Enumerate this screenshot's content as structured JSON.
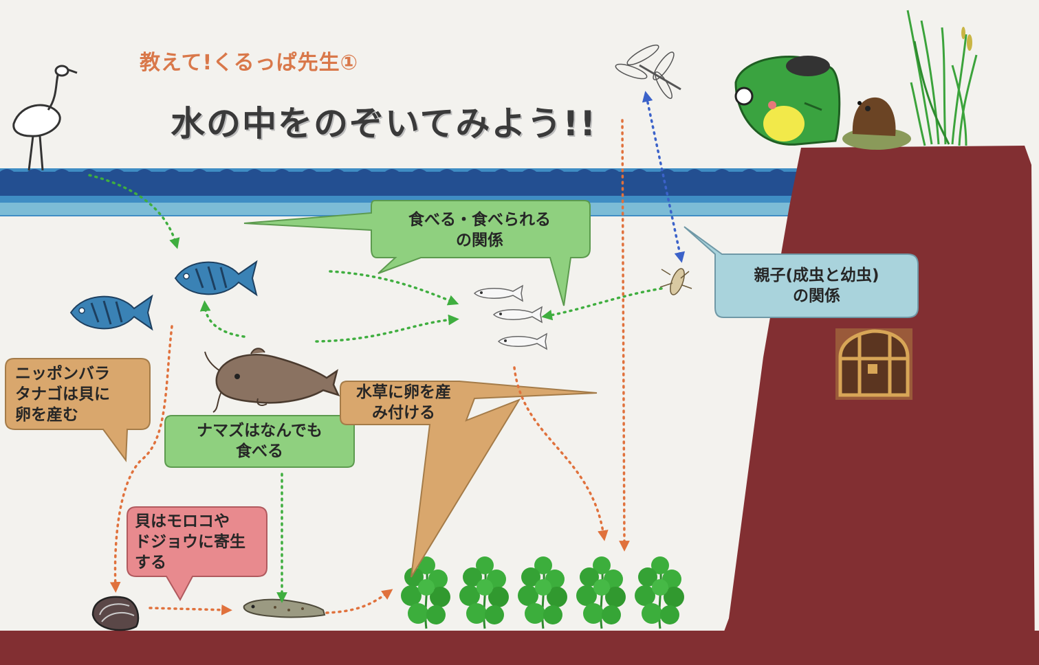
{
  "header": {
    "subtitle": "教えて!くるっぱ先生①",
    "title": "水の中をのぞいてみよう!!"
  },
  "bubbles": {
    "eat_relation": {
      "line1": "食べる・食べられる",
      "line2": "の関係",
      "color": "#8fd07f"
    },
    "parent_child": {
      "line1": "親子(成虫と幼虫)",
      "line2": "の関係",
      "color": "#a9d3dc"
    },
    "bitterling": {
      "line1": "ニッポンバラ",
      "line2": "タナゴは貝に",
      "line3": "卵を産む",
      "color": "#d9a76d"
    },
    "catfish": {
      "line1": "ナマズはなんでも",
      "line2": "食べる",
      "color": "#8fd07f"
    },
    "waterweed": {
      "line1": "水草に卵を産",
      "line2": "み付ける",
      "color": "#d9a76d"
    },
    "shellfish": {
      "line1": "貝はモロコや",
      "line2": "ドジョウに寄生",
      "line3": "する",
      "color": "#e88a8e"
    }
  },
  "colors": {
    "water": "#2a5f9e",
    "bank": "#822f32",
    "green_arrow": "#3fae3f",
    "blue_arrow": "#3b62c9",
    "orange_arrow": "#e0713c"
  },
  "icons": [
    "heron-icon",
    "dragonfly-icon",
    "kappa-mascot-icon",
    "mole-icon",
    "reeds-icon",
    "fish-icon",
    "medaka-icon",
    "catfish-icon",
    "loach-icon",
    "clam-icon",
    "dragonfly-larva-icon",
    "treasure-chest-icon",
    "waterweed-icon"
  ]
}
